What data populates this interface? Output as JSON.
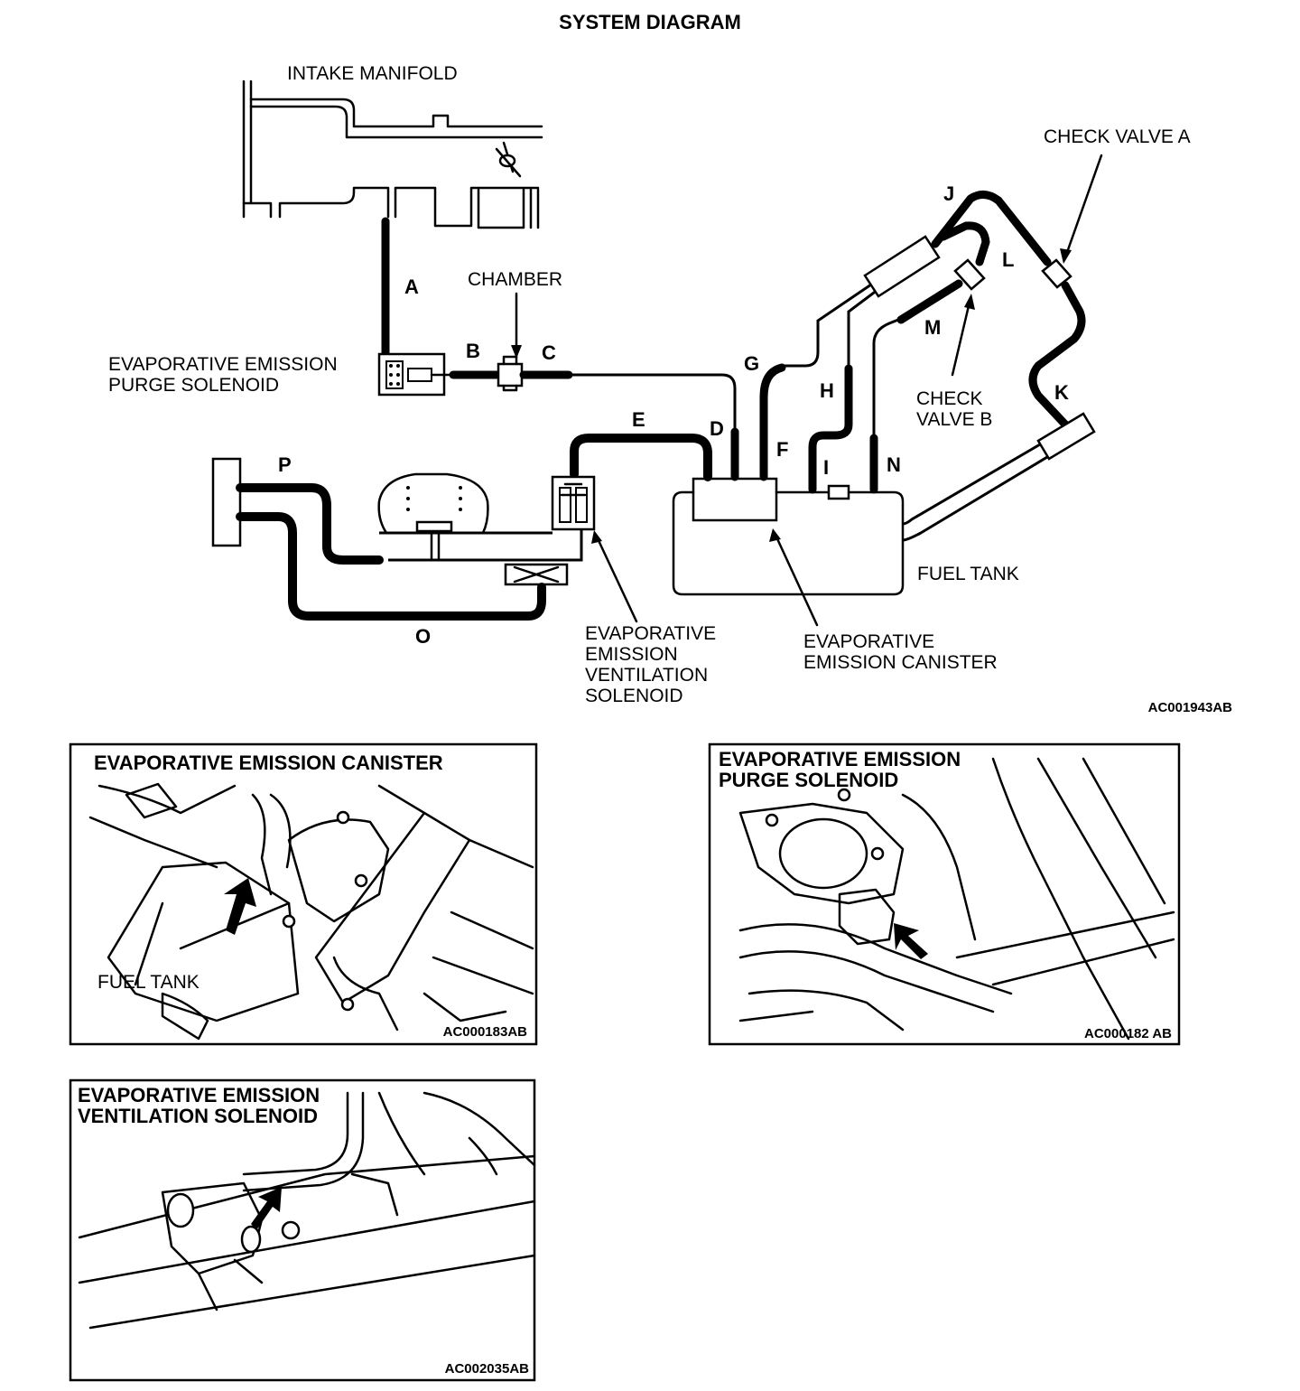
{
  "title": "SYSTEM DIAGRAM",
  "labels": {
    "intake_manifold": "INTAKE MANIFOLD",
    "chamber": "CHAMBER",
    "check_valve_a": "CHECK VALVE A",
    "check_valve_b_1": "CHECK",
    "check_valve_b_2": "VALVE B",
    "purge_solenoid_1": "EVAPORATIVE EMISSION",
    "purge_solenoid_2": "PURGE SOLENOID",
    "ventilation_solenoid_1": "EVAPORATIVE",
    "ventilation_solenoid_2": "EMISSION",
    "ventilation_solenoid_3": "VENTILATION",
    "ventilation_solenoid_4": "SOLENOID",
    "canister_1": "EVAPORATIVE",
    "canister_2": "EMISSION CANISTER",
    "fuel_tank": "FUEL TANK"
  },
  "hoses": {
    "a": "A",
    "b": "B",
    "c": "C",
    "d": "D",
    "e": "E",
    "f": "F",
    "g": "G",
    "h": "H",
    "i": "I",
    "j": "J",
    "k": "K",
    "l": "L",
    "m": "M",
    "n": "N",
    "o": "O",
    "p": "P"
  },
  "figure_code": "AC001943AB",
  "panels": {
    "canister": {
      "title": "EVAPORATIVE EMISSION CANISTER",
      "fuel_tank": "FUEL TANK",
      "code": "AC000183AB"
    },
    "purge": {
      "title_1": "EVAPORATIVE EMISSION",
      "title_2": "PURGE SOLENOID",
      "code": "AC000182 AB"
    },
    "ventilation": {
      "title_1": "EVAPORATIVE EMISSION",
      "title_2": "VENTILATION SOLENOID",
      "code": "AC002035AB"
    }
  }
}
